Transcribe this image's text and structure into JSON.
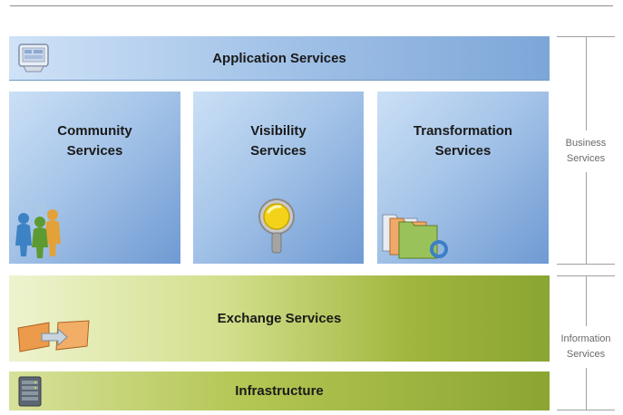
{
  "top_band": {
    "label": "Application Services"
  },
  "cards": [
    {
      "title": "Community\nServices"
    },
    {
      "title": "Visibility\nServices"
    },
    {
      "title": "Transformation\nServices"
    }
  ],
  "exchange": {
    "label": "Exchange Services"
  },
  "infrastructure": {
    "label": "Infrastructure"
  },
  "side_labels": {
    "business": "Business\nServices",
    "information": "Information\nServices"
  },
  "icons": {
    "application": "monitor-icon",
    "community": "people-icon",
    "visibility": "magnifier-icon",
    "transformation": "folders-icon",
    "exchange": "exchange-arrows-icon",
    "infrastructure": "server-icon"
  },
  "colors": {
    "blue_band": "#a6c5e9",
    "green_band": "#b3c552",
    "bracket": "#a0a0a0"
  }
}
